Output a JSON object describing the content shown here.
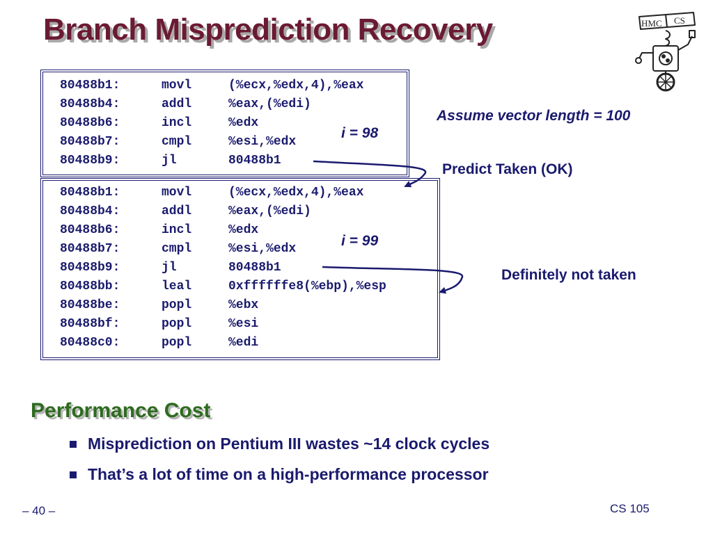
{
  "slide": {
    "title": "Branch Misprediction Recovery",
    "logo_text": {
      "part1": "HMC",
      "part2": "CS"
    }
  },
  "code_top": [
    {
      "addr": "80488b1:",
      "op": "movl",
      "arg": "(%ecx,%edx,4),%eax"
    },
    {
      "addr": "80488b4:",
      "op": "addl",
      "arg": "%eax,(%edi)"
    },
    {
      "addr": "80488b6:",
      "op": "incl",
      "arg": "%edx"
    },
    {
      "addr": "80488b7:",
      "op": "cmpl",
      "arg": "%esi,%edx"
    },
    {
      "addr": "80488b9:",
      "op": "jl",
      "arg": "80488b1"
    }
  ],
  "code_bottom": [
    {
      "addr": "80488b1:",
      "op": "movl",
      "arg": "(%ecx,%edx,4),%eax"
    },
    {
      "addr": "80488b4:",
      "op": "addl",
      "arg": "%eax,(%edi)"
    },
    {
      "addr": "80488b6:",
      "op": "incl",
      "arg": "%edx"
    },
    {
      "addr": "80488b7:",
      "op": "cmpl",
      "arg": "%esi,%edx"
    },
    {
      "addr": "80488b9:",
      "op": "jl",
      "arg": "80488b1"
    },
    {
      "addr": "80488bb:",
      "op": "leal",
      "arg": "0xffffffe8(%ebp),%esp"
    },
    {
      "addr": "80488be:",
      "op": "popl",
      "arg": "%ebx"
    },
    {
      "addr": "80488bf:",
      "op": "popl",
      "arg": "%esi"
    },
    {
      "addr": "80488c0:",
      "op": "popl",
      "arg": "%edi"
    }
  ],
  "annotations": {
    "assume": "Assume vector length = 100",
    "i_top": "i = 98",
    "i_bottom": "i = 99",
    "predict_taken": "Predict Taken (OK)",
    "not_taken": "Definitely not taken"
  },
  "performance": {
    "heading": "Performance Cost",
    "bullets": [
      "Misprediction on Pentium III wastes ~14 clock cycles",
      "That’s a lot of time on a high-performance processor"
    ]
  },
  "footer": {
    "page": "– 40 –",
    "course": "CS 105"
  },
  "colors": {
    "title": "#6b1a33",
    "text": "#1a1a6e",
    "heading_green": "#2e6b1f"
  }
}
